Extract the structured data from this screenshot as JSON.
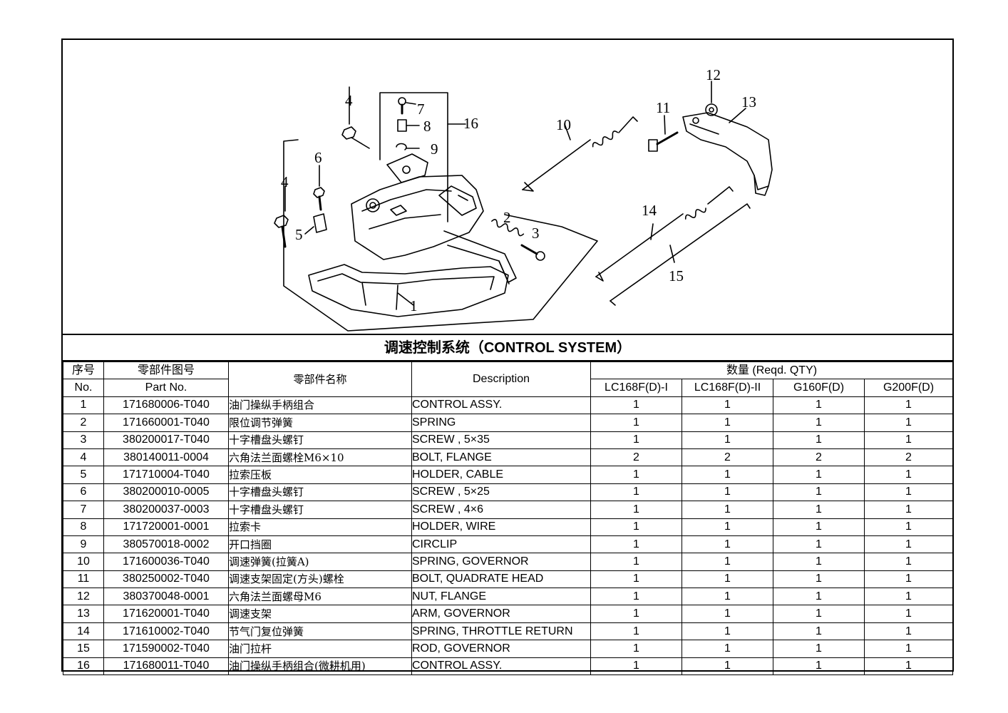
{
  "diagram_labels": [
    "1",
    "2",
    "3",
    "4",
    "4",
    "5",
    "6",
    "7",
    "8",
    "9",
    "10",
    "11",
    "12",
    "13",
    "14",
    "15",
    "16"
  ],
  "title": "调速控制系统（CONTROL SYSTEM）",
  "headers": {
    "seq_cn": "序号",
    "seq_en": "No.",
    "part_cn": "零部件图号",
    "part_en": "Part No.",
    "name_cn": "零部件名称",
    "desc": "Description",
    "qty": "数量 (Reqd. QTY)",
    "models": [
      "LC168F(D)-I",
      "LC168F(D)-II",
      "G160F(D)",
      "G200F(D)"
    ]
  },
  "rows": [
    {
      "no": "1",
      "part": "171680006-T040",
      "cn": "油门操纵手柄组合",
      "desc": "CONTROL ASSY.",
      "q": [
        "1",
        "1",
        "1",
        "1"
      ]
    },
    {
      "no": "2",
      "part": "171660001-T040",
      "cn": "限位调节弹簧",
      "desc": "SPRING",
      "q": [
        "1",
        "1",
        "1",
        "1"
      ]
    },
    {
      "no": "3",
      "part": "380200017-T040",
      "cn": "十字槽盘头螺钉",
      "desc": "SCREW , 5×35",
      "q": [
        "1",
        "1",
        "1",
        "1"
      ]
    },
    {
      "no": "4",
      "part": "380140011-0004",
      "cn": "六角法兰面螺栓M6×10",
      "desc": "BOLT, FLANGE",
      "q": [
        "2",
        "2",
        "2",
        "2"
      ]
    },
    {
      "no": "5",
      "part": "171710004-T040",
      "cn": "拉索压板",
      "desc": "HOLDER, CABLE",
      "q": [
        "1",
        "1",
        "1",
        "1"
      ]
    },
    {
      "no": "6",
      "part": "380200010-0005",
      "cn": "十字槽盘头螺钉",
      "desc": "SCREW , 5×25",
      "q": [
        "1",
        "1",
        "1",
        "1"
      ]
    },
    {
      "no": "7",
      "part": "380200037-0003",
      "cn": "十字槽盘头螺钉",
      "desc": "SCREW , 4×6",
      "q": [
        "1",
        "1",
        "1",
        "1"
      ]
    },
    {
      "no": "8",
      "part": "171720001-0001",
      "cn": "拉索卡",
      "desc": "HOLDER, WIRE",
      "q": [
        "1",
        "1",
        "1",
        "1"
      ]
    },
    {
      "no": "9",
      "part": "380570018-0002",
      "cn": "开口挡圈",
      "desc": "CIRCLIP",
      "q": [
        "1",
        "1",
        "1",
        "1"
      ]
    },
    {
      "no": "10",
      "part": "171600036-T040",
      "cn": "调速弹簧(拉簧A)",
      "desc": "SPRING, GOVERNOR",
      "q": [
        "1",
        "1",
        "1",
        "1"
      ]
    },
    {
      "no": "11",
      "part": "380250002-T040",
      "cn": "调速支架固定(方头)螺栓",
      "desc": "BOLT, QUADRATE  HEAD",
      "q": [
        "1",
        "1",
        "1",
        "1"
      ]
    },
    {
      "no": "12",
      "part": "380370048-0001",
      "cn": "六角法兰面螺母M6",
      "desc": "NUT, FLANGE",
      "q": [
        "1",
        "1",
        "1",
        "1"
      ]
    },
    {
      "no": "13",
      "part": "171620001-T040",
      "cn": "调速支架",
      "desc": "ARM, GOVERNOR",
      "q": [
        "1",
        "1",
        "1",
        "1"
      ]
    },
    {
      "no": "14",
      "part": "171610002-T040",
      "cn": "节气门复位弹簧",
      "desc": "SPRING, THROTTLE RETURN",
      "q": [
        "1",
        "1",
        "1",
        "1"
      ]
    },
    {
      "no": "15",
      "part": "171590002-T040",
      "cn": "油门拉杆",
      "desc": "ROD, GOVERNOR",
      "q": [
        "1",
        "1",
        "1",
        "1"
      ]
    },
    {
      "no": "16",
      "part": "171680011-T040",
      "cn": "油门操纵手柄组合(微耕机用)",
      "desc": "CONTROL ASSY.",
      "q": [
        "1",
        "1",
        "1",
        "1"
      ]
    }
  ]
}
